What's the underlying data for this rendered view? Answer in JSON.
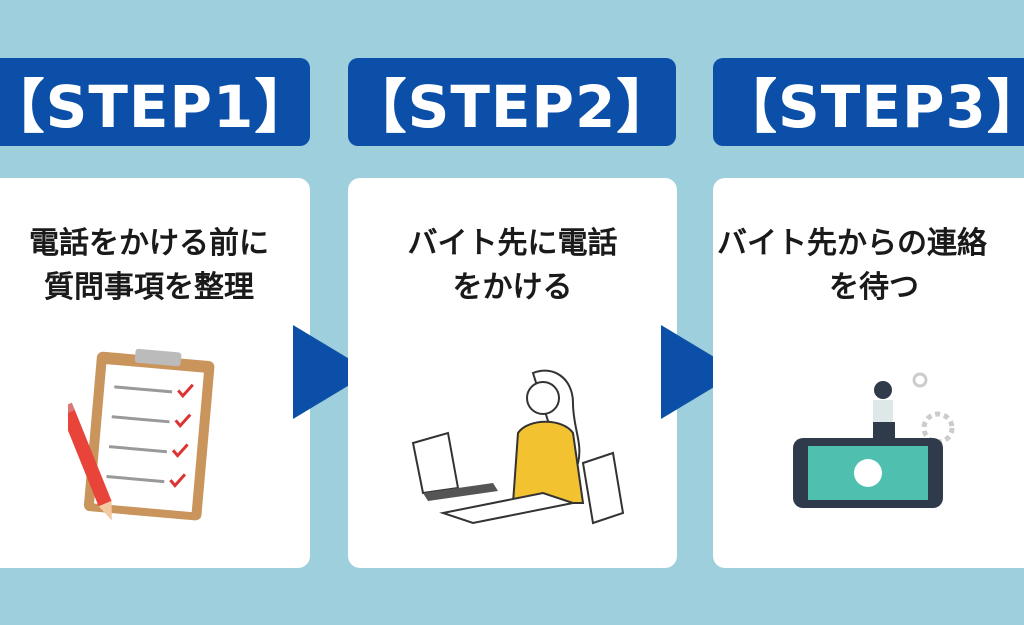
{
  "steps": [
    {
      "label": "【STEP1】",
      "title_line1": "電話をかける前に",
      "title_line2": "質問事項を整理",
      "illustration": "clipboard-checklist-icon"
    },
    {
      "label": "【STEP2】",
      "title_line1": "バイト先に電話",
      "title_line2": "をかける",
      "illustration": "woman-phone-desk-icon"
    },
    {
      "label": "【STEP3】",
      "title_line1": "バイト先からの連絡",
      "title_line2": "を待つ",
      "illustration": "smartphone-waiting-icon"
    }
  ],
  "colors": {
    "background": "#9dcfdc",
    "header": "#0c4fa8",
    "card": "#ffffff",
    "arrow": "#0c4fa8"
  }
}
